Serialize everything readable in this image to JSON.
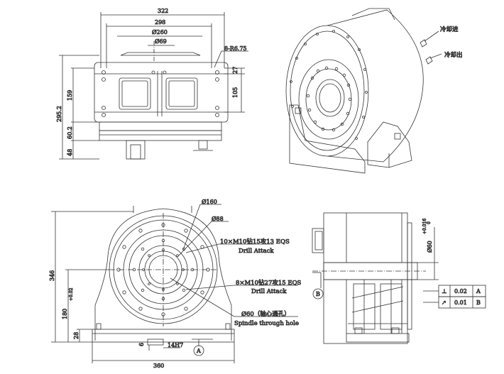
{
  "front_view": {
    "dims": {
      "overall_width": "322",
      "bolt_span": "298",
      "bore_260": "Ø260",
      "bore_69": "Ø69",
      "fillet": "8-R6.75",
      "top_offset": "27",
      "lower_height": "105",
      "body_height": "159",
      "total_height": "295.2",
      "base_height": "60.2",
      "foot_height": "48"
    }
  },
  "iso_view": {
    "coolant_in": "冷却进",
    "coolant_out": "冷却出"
  },
  "bottom_view": {
    "dims": {
      "dia_160": "Ø160",
      "dia_88": "Ø88",
      "hole_note_1": "10×M10钻15攻13 EQS",
      "hole_note_1_en": "Drill  Attack",
      "hole_note_2": "8×M10钻27攻15 EQS",
      "hole_note_2_en": "Drill  Attack",
      "spindle_note": "Ø60（轴心通孔）",
      "spindle_note_en": "Spindle through hole",
      "height_346": "346",
      "height_180": "180",
      "tol_180": "+0.02",
      "foot_28": "28",
      "slot_6": "6",
      "slot_width": "14H7",
      "width_360": "360",
      "datum_a": "A"
    }
  },
  "side_view": {
    "dia_60": "Ø60",
    "tol_upper": "+0.016",
    "tol_lower": "0",
    "datum_b": "B",
    "gdt": [
      {
        "symbol": "⊥",
        "value": "0.02",
        "datum": "A"
      },
      {
        "symbol": "↗",
        "value": "0.01",
        "datum": "B"
      }
    ]
  }
}
